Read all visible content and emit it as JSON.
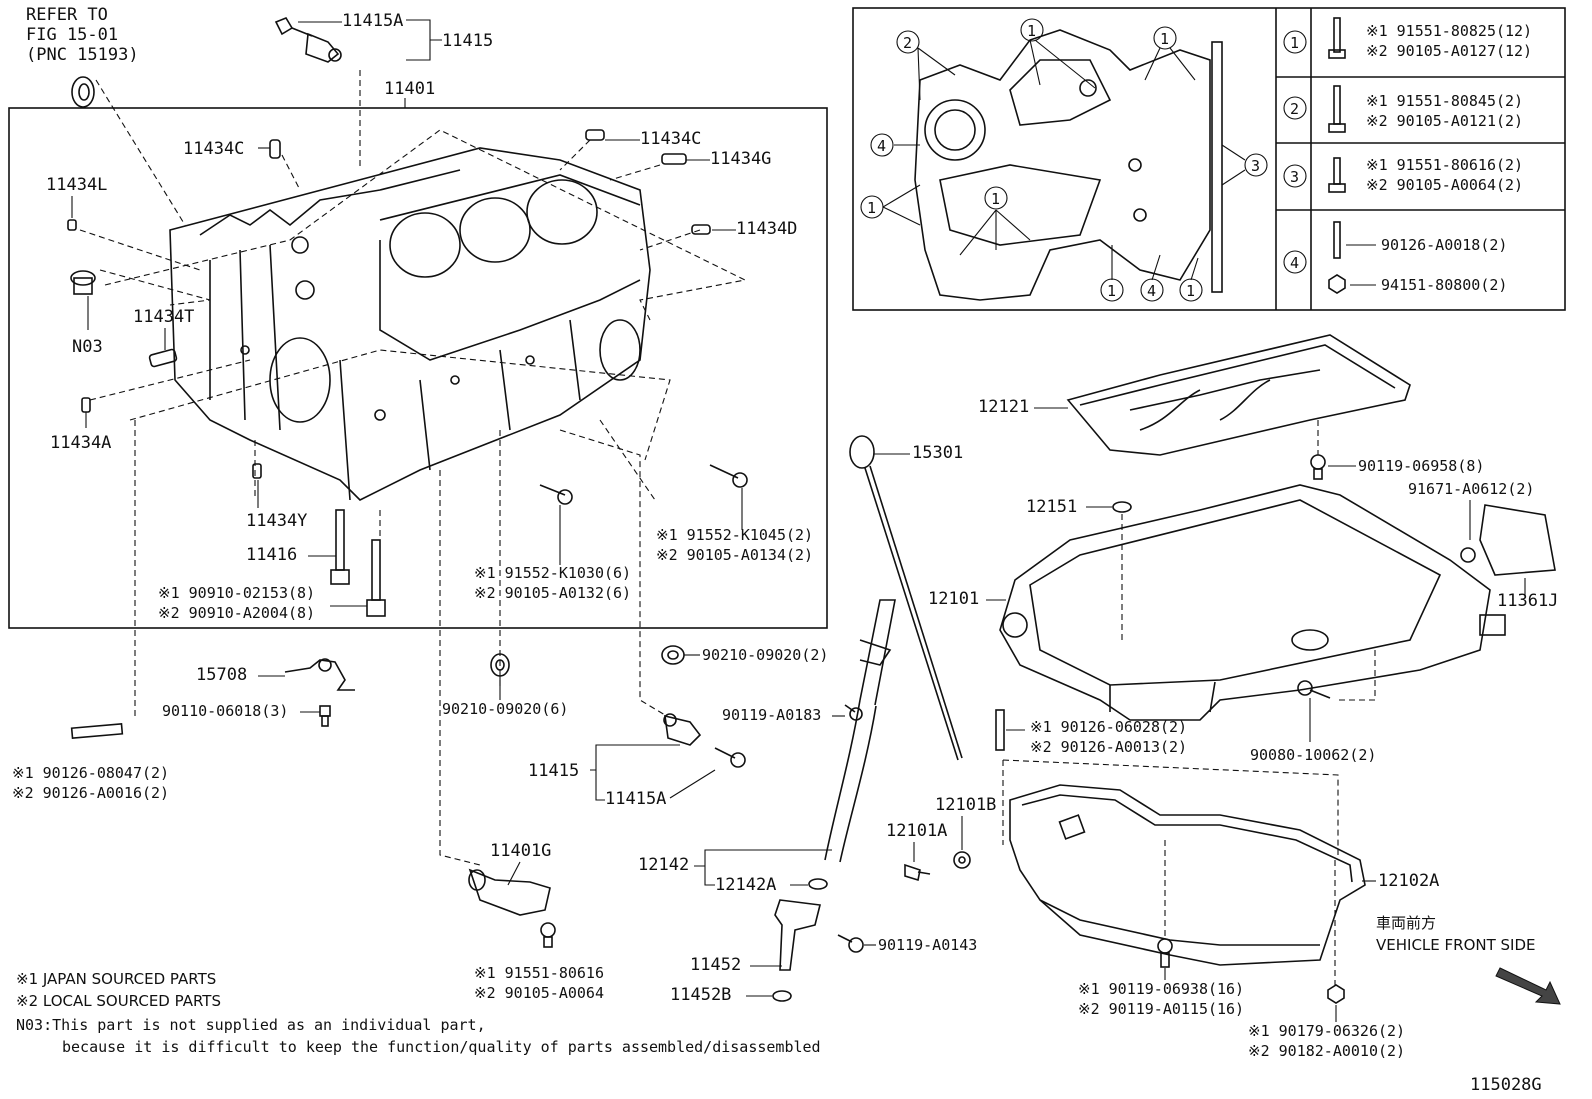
{
  "diagram_id": "115028G",
  "refer": [
    "REFER TO",
    "FIG 15-01",
    "(PNC 15193)"
  ],
  "labels": {
    "p11415A_top": "11415A",
    "p11415_top": "11415",
    "p11401": "11401",
    "p11434C_left": "11434C",
    "p11434C_right": "11434C",
    "p11434G": "11434G",
    "p11434L": "11434L",
    "p11434D": "11434D",
    "p11434T": "11434T",
    "pN03": "N03",
    "p11434A": "11434A",
    "p11434Y": "11434Y",
    "p11416": "11416",
    "bolt_ja_1": "※1 90910-02153(8)",
    "bolt_ja_2": "※2 90910-A2004(8)",
    "mid_bolt_1": "※1 91552-K1030(6)",
    "mid_bolt_2": "※2 90105-A0132(6)",
    "right_bolt_1": "※1 91552-K1045(2)",
    "right_bolt_2": "※2 90105-A0134(2)",
    "p15708": "15708",
    "p90110": "90110-06018(3)",
    "p90210_6": "90210-09020(6)",
    "p90210_2": "90210-09020(2)",
    "p90119A0183": "90119-A0183",
    "p11415_bot": "11415",
    "p11415A_bot": "11415A",
    "stud_1": "※1 90126-08047(2)",
    "stud_2": "※2 90126-A0016(2)",
    "p11401G": "11401G",
    "p12142": "12142",
    "p12142A": "12142A",
    "p90119A0143": "90119-A0143",
    "p11452": "11452",
    "p11452B": "11452B",
    "sensor_bolt_1": "※1 91551-80616",
    "sensor_bolt_2": "※2 90105-A0064",
    "p15301": "15301",
    "p12121": "12121",
    "p90119_06958": "90119-06958(8)",
    "p91671": "91671-A0612(2)",
    "p12151": "12151",
    "p12101": "12101",
    "p11361J": "11361J",
    "pan_stud_1": "※1 90126-06028(2)",
    "pan_stud_2": "※2 90126-A0013(2)",
    "p90080": "90080-10062(2)",
    "p12101B": "12101B",
    "p12101A": "12101A",
    "p12102A": "12102A",
    "front_jp": "車両前方",
    "front_en": "VEHICLE FRONT SIDE",
    "pan_bolt_1": "※1 90119-06938(16)",
    "pan_bolt_2": "※2 90119-A0115(16)",
    "drain_1": "※1 90179-06326(2)",
    "drain_2": "※2 90182-A0010(2)"
  },
  "inset_table": [
    {
      "num": "1",
      "l1": "※1 91551-80825(12)",
      "l2": "※2 90105-A0127(12)"
    },
    {
      "num": "2",
      "l1": "※1 91551-80845(2)",
      "l2": "※2 90105-A0121(2)"
    },
    {
      "num": "3",
      "l1": "※1 91551-80616(2)",
      "l2": "※2 90105-A0064(2)"
    },
    {
      "num": "4",
      "l1": "90126-A0018(2)",
      "l2": "94151-80800(2)"
    }
  ],
  "inset_callouts": [
    "2",
    "1",
    "1",
    "4",
    "1",
    "1",
    "3",
    "1",
    "4",
    "1"
  ],
  "notes": {
    "n1": "※1 JAPAN SOURCED PARTS",
    "n2": "※2 LOCAL SOURCED PARTS",
    "n3a": "N03:This part is not supplied as an individual part,",
    "n3b": "because it is difficult to keep the function/quality of parts assembled/disassembled"
  }
}
